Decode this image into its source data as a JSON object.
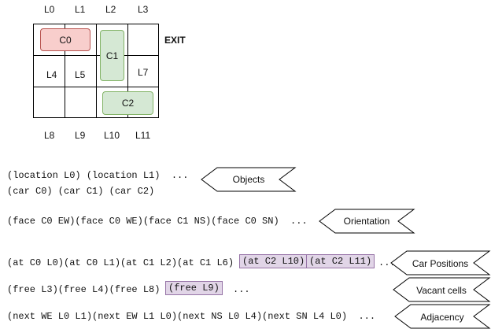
{
  "grid": {
    "top_labels": [
      "L0",
      "L1",
      "L2",
      "L3"
    ],
    "bottom_labels": [
      "L8",
      "L9",
      "L10",
      "L11"
    ],
    "inner_labels": {
      "l4": "L4",
      "l5": "L5",
      "l7": "L7"
    },
    "exit_label": "EXIT",
    "cars": {
      "c0": "C0",
      "c1": "C1",
      "c2": "C2"
    },
    "colors": {
      "c0_fill": "#f8cecc",
      "c0_stroke": "#b85450",
      "green_fill": "#d5e8d4",
      "green_stroke": "#82b366"
    }
  },
  "rows": {
    "objects": {
      "line1": "(location L0) (location L1)  ...",
      "line2": "(car C0) (car C1) (car C2)",
      "tag": "Objects"
    },
    "orientation": {
      "text": "(face C0 EW)(face C0 WE)(face C1 NS)(face C0 SN)  ...",
      "tag": "Orientation"
    },
    "positions": {
      "text": "(at C0 L0)(at C0 L1)(at C1 L2)(at C1 L6)",
      "hl1": "(at C2 L10)",
      "hl2": "(at C2 L11)",
      "tail": "...",
      "tag": "Car Positions"
    },
    "vacant": {
      "text": "(free L3)(free L4)(free L8)",
      "hl": "(free L9)",
      "tail": "...",
      "tag": "Vacant cells"
    },
    "adjacency": {
      "text": "(next WE L0 L1)(next EW L1 L0)(next NS L0 L4)(next SN L4 L0)  ...",
      "tag": "Adjacency"
    }
  },
  "highlight_color": "#e1d5e7"
}
